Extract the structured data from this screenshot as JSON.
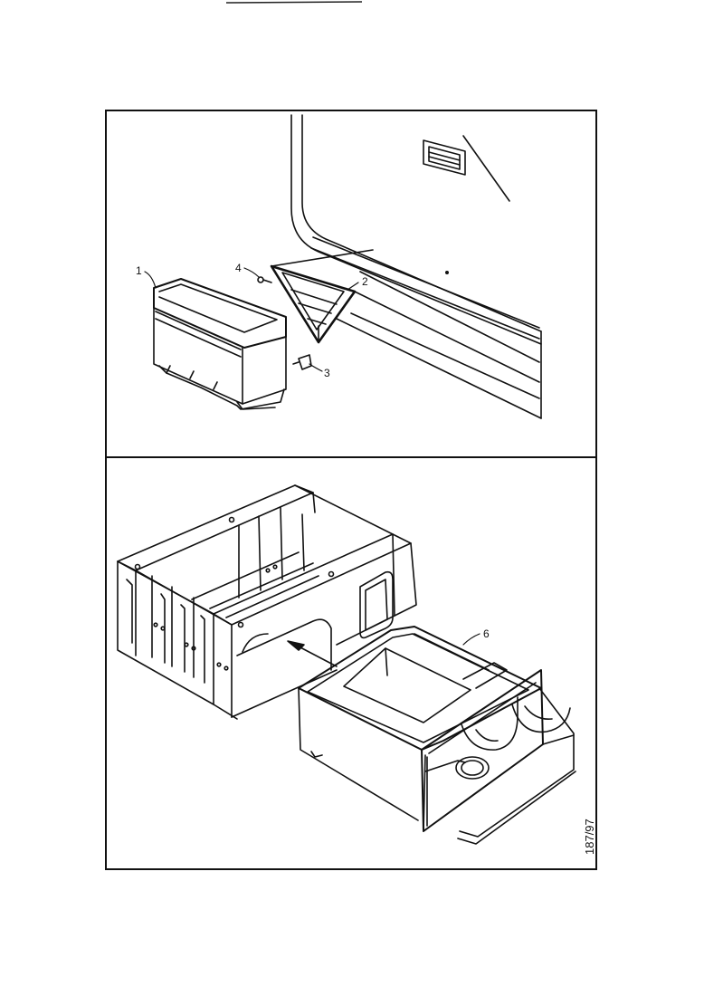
{
  "figure": {
    "reference_number": "187/97",
    "top_panel": {
      "callouts": [
        "1",
        "2",
        "3",
        "4"
      ]
    },
    "bottom_panel": {
      "callouts": [
        "6"
      ]
    }
  }
}
